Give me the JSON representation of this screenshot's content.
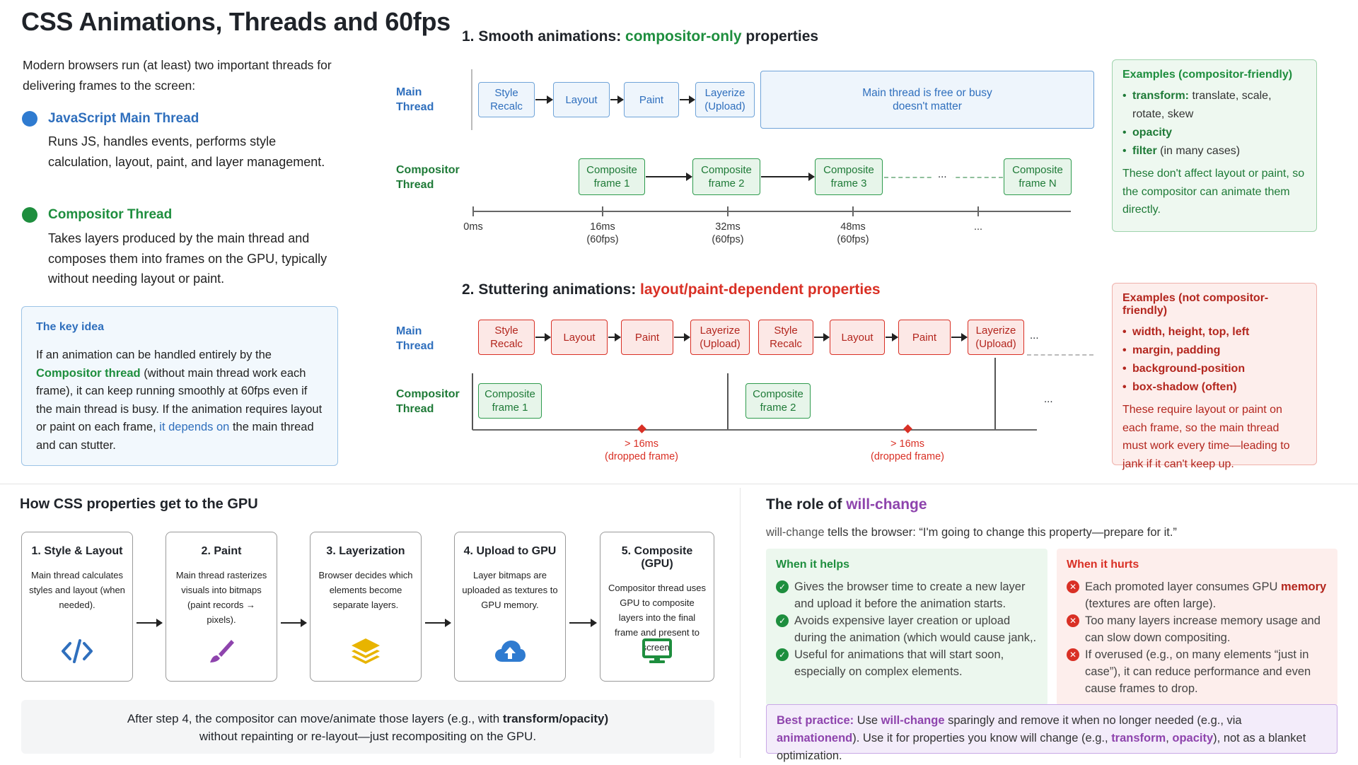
{
  "title": "CSS Animations, Threads and 60fps",
  "intro": "Modern browsers run (at least) two important threads for delivering frames to the screen:",
  "main_thread": {
    "title": "JavaScript Main Thread",
    "desc": "Runs JS, handles events, performs style calculation, layout, paint, and layer management.",
    "color": "#2f6fbd"
  },
  "compositor_thread": {
    "title": "Compositor Thread",
    "desc": "Takes layers produced by the main thread and composes them into frames on the GPU, typically without needing layout or paint.",
    "color": "#1e8e3e"
  },
  "key_idea": {
    "title": "The key idea",
    "p1": "If an animation can be handled entirely by the",
    "p2": "Compositor thread",
    "p3": "(without main thread work each frame), it can keep running smoothly at 60fps even if the main thread is busy. If the animation requires layout or paint on each frame,",
    "p4": "it depends on",
    "p5": "the main thread and can stutter."
  },
  "smooth": {
    "heading_prefix": "1. Smooth animations:",
    "heading_accent": "compositor-only",
    "heading_suffix": "properties",
    "lane_main": "Main Thread",
    "lane_comp": "Compositor Thread",
    "main_boxes": [
      "Style Recalc",
      "Layout",
      "Paint",
      "Layerize (Upload)"
    ],
    "free_note": "Main thread is free or busy doesn't matter",
    "comp_frames": [
      "Composite frame 1",
      "Composite frame 2",
      "Composite frame 3",
      "Composite frame N"
    ],
    "ellipsis": "...",
    "ticks": [
      {
        "t": "0ms",
        "s": ""
      },
      {
        "t": "16ms",
        "s": "(60fps)"
      },
      {
        "t": "32ms",
        "s": "(60fps)"
      },
      {
        "t": "48ms",
        "s": "(60fps)"
      },
      {
        "t": "...",
        "s": ""
      }
    ]
  },
  "smooth_examples": {
    "title": "Examples (compositor-friendly)",
    "items": [
      {
        "b": "transform:",
        "r": " translate, scale, rotate, skew"
      },
      {
        "b": "opacity",
        "r": ""
      },
      {
        "b": "filter",
        "r": " (in many cases)"
      }
    ],
    "note": "These don't affect layout or paint, so the compositor can animate them directly."
  },
  "stutter": {
    "heading_prefix": "2. Stuttering animations:",
    "heading_accent": "layout/paint-dependent properties",
    "lane_main": "Main Thread",
    "lane_comp": "Compositor Thread",
    "main_boxes": [
      "Style Recalc",
      "Layout",
      "Paint",
      "Layerize (Upload)",
      "Style Recalc",
      "Layout",
      "Paint",
      "Layerize (Upload)"
    ],
    "comp_frames": [
      "Composite frame 1",
      "Composite frame 2"
    ],
    "ellipsis": "...",
    "drops": [
      {
        "t": "> 16ms",
        "s": "(dropped frame)"
      },
      {
        "t": "> 16ms",
        "s": "(dropped frame)"
      }
    ]
  },
  "stutter_examples": {
    "title": "Examples (not compositor-friendly)",
    "items": [
      "width, height, top, left",
      "margin, padding",
      "background-position",
      "box-shadow (often)"
    ],
    "note": "These require layout or paint on each frame, so the main thread must work every time—leading to jank if it can't keep up."
  },
  "gpu": {
    "title": "How CSS properties get to the GPU",
    "steps": [
      {
        "h": "1. Style & Layout",
        "d": "Main thread calculates styles and layout (when needed).",
        "icon": "code-icon"
      },
      {
        "h": "2. Paint",
        "d": "Main thread rasterizes visuals into bitmaps (paint records → pixels).",
        "icon": "brush-icon"
      },
      {
        "h": "3. Layerization",
        "d": "Browser decides which elements become separate layers.",
        "icon": "layers-icon"
      },
      {
        "h": "4. Upload to GPU",
        "d": "Layer bitmaps are uploaded as textures to GPU memory.",
        "icon": "cloud-upload-icon"
      },
      {
        "h": "5. Composite (GPU)",
        "d": "Compositor thread uses GPU to composite layers into the final frame and present to screen.",
        "icon": "monitor-icon"
      }
    ],
    "note1": "After step 4, the compositor can move/animate those layers (e.g., with",
    "note_b": "transform/opacity)",
    "note2": "without repainting or re-layout—just recompositing on the GPU."
  },
  "willchange": {
    "title_prefix": "The role of",
    "title_accent": "will-change",
    "intro_a": "will-change",
    "intro_b": " tells the browser: “I'm going to change this property—prepare for it.”",
    "helps_title": "When it helps",
    "helps": [
      "Gives the browser time to create a new layer and upload it before the animation starts.",
      "Avoids expensive layer creation or upload during the animation (which would cause jank,.",
      "Useful for animations that will start soon, especially on complex elements."
    ],
    "hurts_title": "When it hurts",
    "hurts_1a": "Each promoted layer consumes GPU ",
    "hurts_1b": "memory",
    "hurts_1c": " (textures are often large).",
    "hurts": [
      "Too many layers increase memory usage and can slow down compositing.",
      "If overused (e.g., on many elements “just in case”), it can reduce performance and even cause frames to drop."
    ],
    "best_label": "Best practice:",
    "best_1": " Use ",
    "best_wc": "will-change",
    "best_2": " sparingly and remove it when no longer needed (e.g., via ",
    "best_ae": "animationend",
    "best_3": "). Use it for properties you know will change (e.g., ",
    "best_tr": "transform",
    "best_op": "opacity",
    "best_4": "), not as a blanket optimization."
  }
}
